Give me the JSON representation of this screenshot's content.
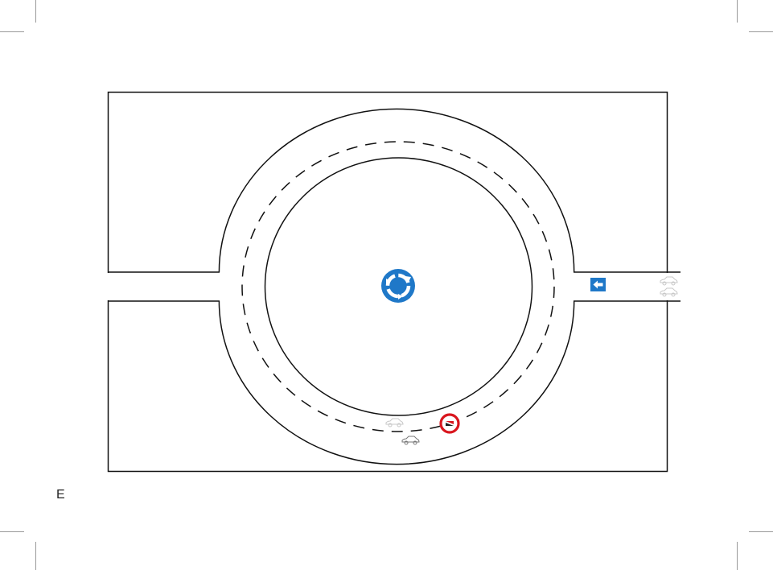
{
  "page": {
    "corner_label": "E"
  },
  "diagram": {
    "subject": "roundabout",
    "colors": {
      "line": "#111111",
      "sign_blue": "#1f78c8",
      "sign_red": "#d9161e",
      "car_light": "#c8c8c8",
      "car_dark": "#777777",
      "crop_mark": "#999999"
    },
    "icons": {
      "center_sign": "roundabout-sign-icon",
      "right_road_sign": "left-arrow-sign-icon",
      "prohibition_sign": "no-entry-sign-icon",
      "car": "car-icon"
    },
    "car_count": 4
  }
}
